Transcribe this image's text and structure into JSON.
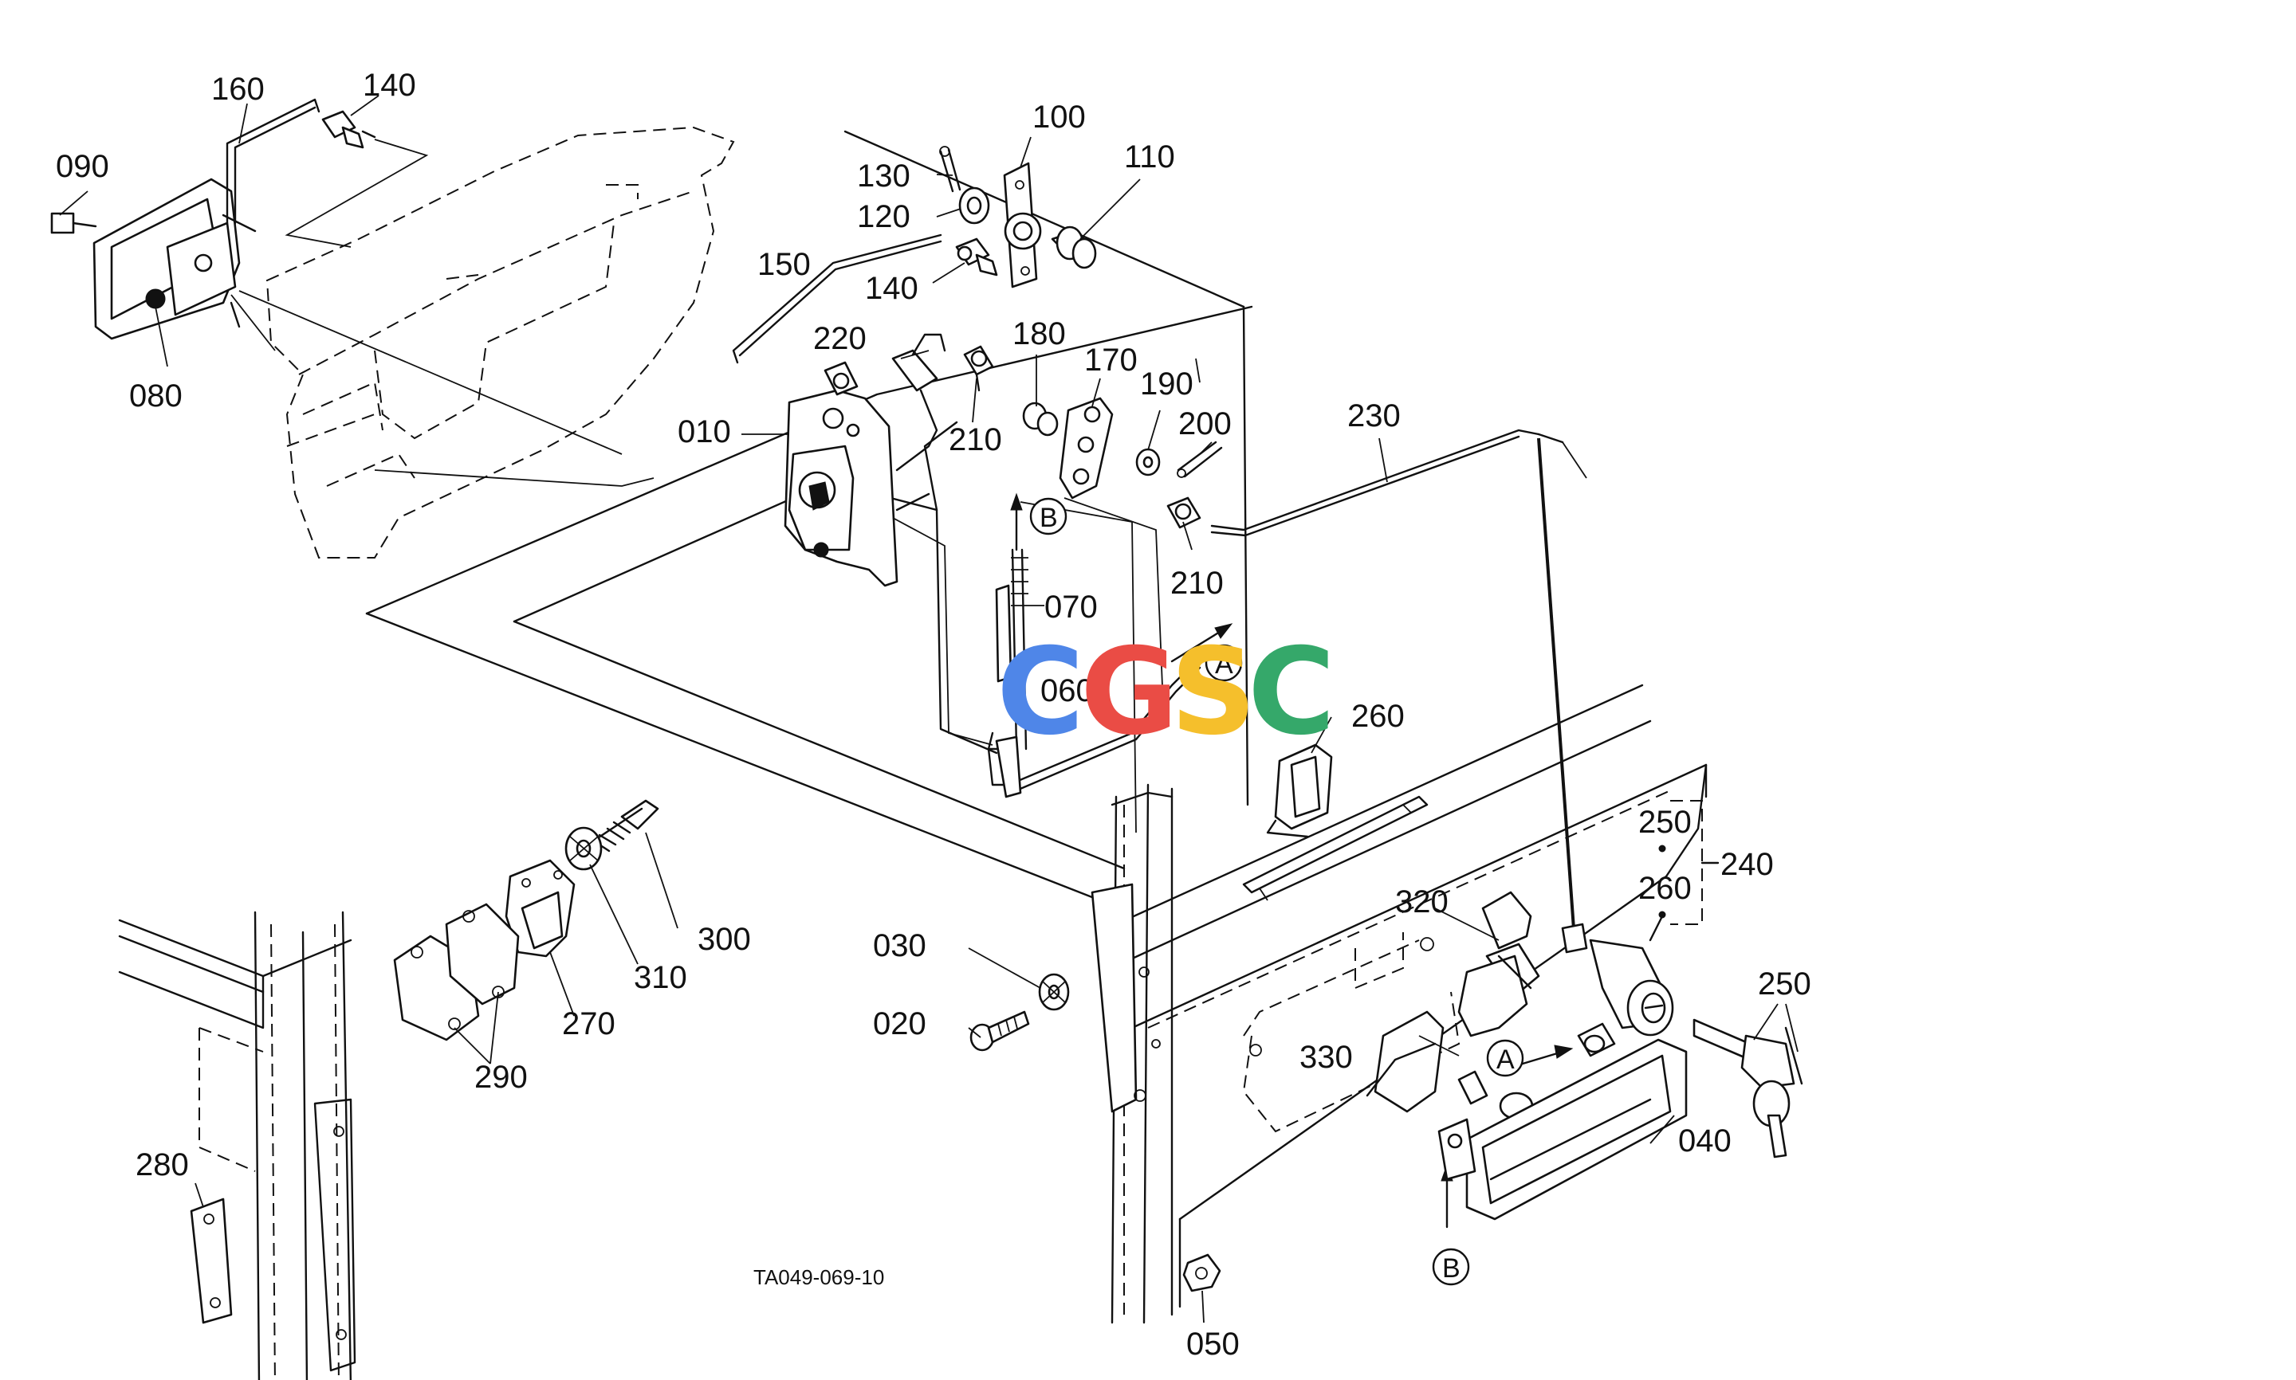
{
  "diagram": {
    "labels": {
      "p090": "090",
      "p160": "160",
      "p140a": "140",
      "p080": "080",
      "p130": "130",
      "p100": "100",
      "p120": "120",
      "p110": "110",
      "p140b": "140",
      "p150": "150",
      "p220": "220",
      "p180": "180",
      "p170": "170",
      "p190": "190",
      "p200": "200",
      "p230": "230",
      "p010": "010",
      "p210a": "210",
      "p210b": "210",
      "p070": "070",
      "p060": "060",
      "p260a": "260",
      "p250a": "250",
      "p240": "240",
      "p260b": "260",
      "p320": "320",
      "p250b": "250",
      "p300": "300",
      "p310": "310",
      "p270": "270",
      "p290": "290",
      "p030": "030",
      "p020": "020",
      "p330": "330",
      "p040": "040",
      "p280": "280",
      "p050": "050"
    },
    "callouts": {
      "b_upper": "B",
      "a_upper": "A",
      "a_lower": "A",
      "b_lower": "B"
    },
    "figure_code": "TA049-069-10"
  },
  "watermark": {
    "letters": [
      "C",
      "G",
      "S",
      "C"
    ],
    "colors": [
      "#4f86e8",
      "#ea4c45",
      "#f5bf2c",
      "#35a86a"
    ]
  }
}
